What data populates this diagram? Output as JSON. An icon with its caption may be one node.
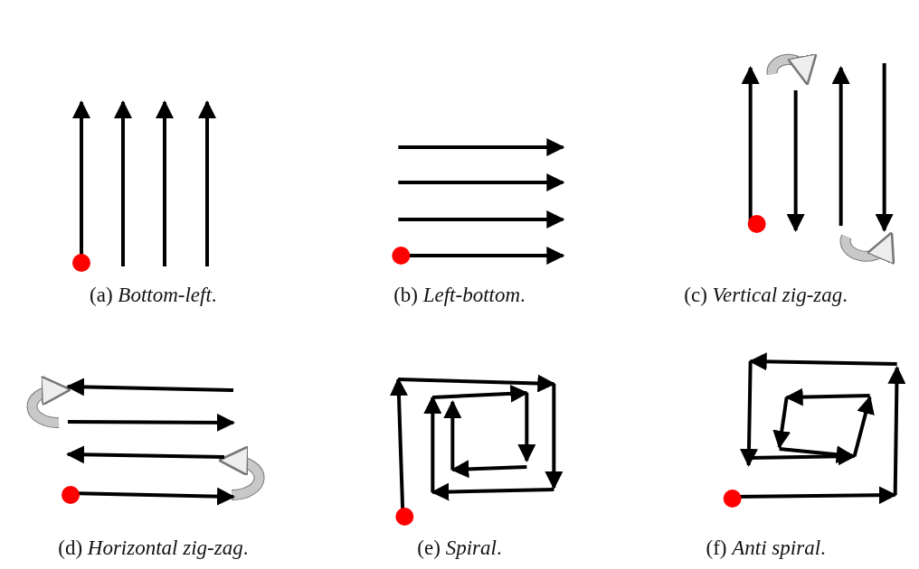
{
  "diagram": {
    "labels": [
      "(a) *Bottom-left*.",
      "(b) *Left-bottom*.",
      "(c) *Vertical zig-zag*.",
      "(d) *Horizontal zig-zag*.",
      "(e) *Spiral*.",
      "(f) *Anti spiral*."
    ]
  }
}
